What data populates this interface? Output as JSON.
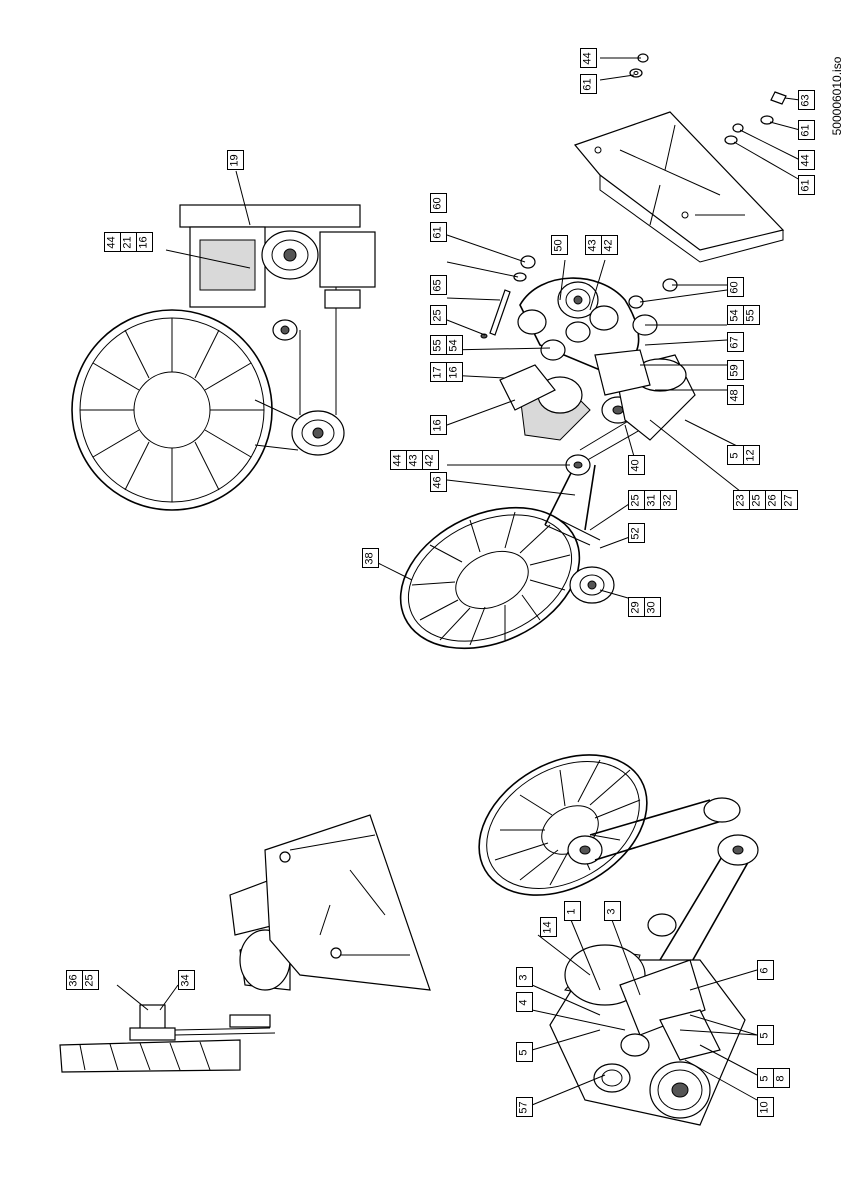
{
  "drawing": {
    "file_id": "500006010.iso",
    "views": [
      "top-view-fan-drive",
      "exploded-isometric-view",
      "side-view-fan-drive",
      "assembled-isometric-view"
    ]
  },
  "callouts": {
    "top_view": [
      {
        "id": "top-19",
        "labels": [
          "19"
        ]
      },
      {
        "id": "top-44-21-16",
        "labels": [
          "44",
          "21",
          "16"
        ]
      }
    ],
    "exploded_view": [
      {
        "id": "ex-44",
        "labels": [
          "44"
        ]
      },
      {
        "id": "ex-61a",
        "labels": [
          "61"
        ]
      },
      {
        "id": "ex-63",
        "labels": [
          "63"
        ]
      },
      {
        "id": "ex-61b",
        "labels": [
          "61"
        ]
      },
      {
        "id": "ex-44b",
        "labels": [
          "44"
        ]
      },
      {
        "id": "ex-61c",
        "labels": [
          "61"
        ]
      },
      {
        "id": "ex-60a",
        "labels": [
          "60"
        ]
      },
      {
        "id": "ex-61d",
        "labels": [
          "61"
        ]
      },
      {
        "id": "ex-50",
        "labels": [
          "50"
        ]
      },
      {
        "id": "ex-43-42",
        "labels": [
          "43",
          "42"
        ]
      },
      {
        "id": "ex-65",
        "labels": [
          "65"
        ]
      },
      {
        "id": "ex-60b",
        "labels": [
          "60"
        ]
      },
      {
        "id": "ex-25a",
        "labels": [
          "25"
        ]
      },
      {
        "id": "ex-55-54a",
        "labels": [
          "55",
          "54"
        ]
      },
      {
        "id": "ex-54-55b",
        "labels": [
          "54",
          "55"
        ]
      },
      {
        "id": "ex-17-16",
        "labels": [
          "17",
          "16"
        ]
      },
      {
        "id": "ex-67",
        "labels": [
          "67"
        ]
      },
      {
        "id": "ex-59",
        "labels": [
          "59"
        ]
      },
      {
        "id": "ex-16",
        "labels": [
          "16"
        ]
      },
      {
        "id": "ex-48",
        "labels": [
          "48"
        ]
      },
      {
        "id": "ex-5-12",
        "labels": [
          "5",
          "12"
        ]
      },
      {
        "id": "ex-44-43-42",
        "labels": [
          "44",
          "43",
          "42"
        ]
      },
      {
        "id": "ex-40",
        "labels": [
          "40"
        ]
      },
      {
        "id": "ex-46",
        "labels": [
          "46"
        ]
      },
      {
        "id": "ex-23-25-26-27",
        "labels": [
          "23",
          "25",
          "26",
          "27"
        ]
      },
      {
        "id": "ex-25-31-32",
        "labels": [
          "25",
          "31",
          "32"
        ]
      },
      {
        "id": "ex-52",
        "labels": [
          "52"
        ]
      },
      {
        "id": "ex-38",
        "labels": [
          "38"
        ]
      },
      {
        "id": "ex-29-30",
        "labels": [
          "29",
          "30"
        ]
      }
    ],
    "side_view": [
      {
        "id": "side-36-25",
        "labels": [
          "36",
          "25"
        ]
      },
      {
        "id": "side-34",
        "labels": [
          "34"
        ]
      }
    ],
    "assembled_view": [
      {
        "id": "as-1",
        "labels": [
          "1"
        ]
      },
      {
        "id": "as-3a",
        "labels": [
          "3"
        ]
      },
      {
        "id": "as-14",
        "labels": [
          "14"
        ]
      },
      {
        "id": "as-3b",
        "labels": [
          "3"
        ]
      },
      {
        "id": "as-6",
        "labels": [
          "6"
        ]
      },
      {
        "id": "as-4",
        "labels": [
          "4"
        ]
      },
      {
        "id": "as-5a",
        "labels": [
          "5"
        ]
      },
      {
        "id": "as-5b",
        "labels": [
          "5"
        ]
      },
      {
        "id": "as-5-8",
        "labels": [
          "5",
          "8"
        ]
      },
      {
        "id": "as-57",
        "labels": [
          "57"
        ]
      },
      {
        "id": "as-10",
        "labels": [
          "10"
        ]
      }
    ]
  }
}
